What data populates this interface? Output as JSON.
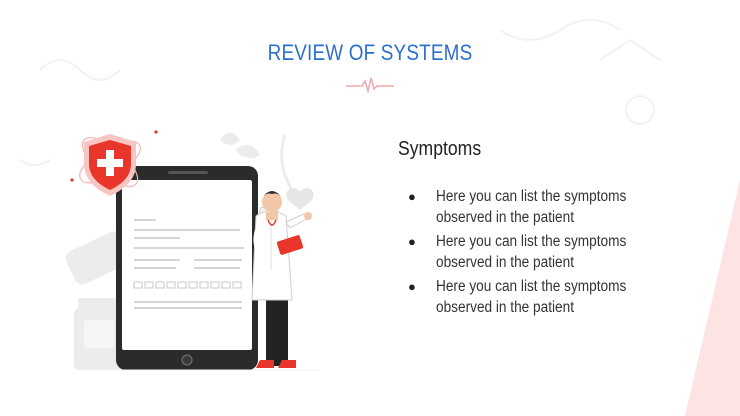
{
  "slide": {
    "title": "REVIEW OF SYSTEMS",
    "section_heading": "Symptoms",
    "bullets": [
      {
        "line1": "Here you can list the symptoms",
        "line2": "observed in the patient"
      },
      {
        "line1": "Here you can list the symptoms",
        "line2": "observed in the patient"
      },
      {
        "line1": "Here you can list the symptoms",
        "line2": "observed in the patient"
      }
    ]
  },
  "icons": {
    "bullet": "filled-circle",
    "shield": "shield-cross-icon",
    "tablet": "tablet-form-illustration",
    "doctor": "doctor-illustration",
    "heartbeat": "heartbeat-line-icon"
  },
  "colors": {
    "title": "#2d6fd1",
    "accent_red": "#e8362b",
    "corner_pink": "#fde3e3",
    "text": "#333333"
  }
}
